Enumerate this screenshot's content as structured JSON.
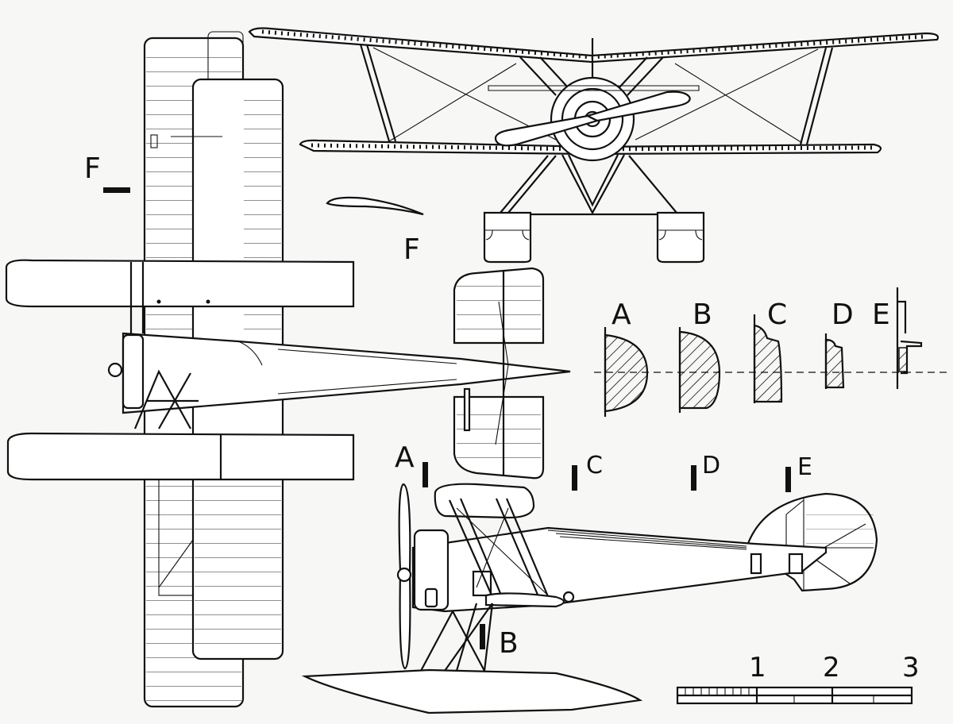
{
  "labels": {
    "section_a": "A",
    "section_b": "B",
    "section_c": "C",
    "section_d": "D",
    "section_e": "E",
    "profile_f": "F",
    "marker_f": "F",
    "cut_a": "A",
    "cut_b": "B",
    "cut_c": "C",
    "cut_d": "D",
    "cut_e": "E"
  },
  "scale": {
    "ticks": [
      "1",
      "2",
      "3"
    ]
  }
}
